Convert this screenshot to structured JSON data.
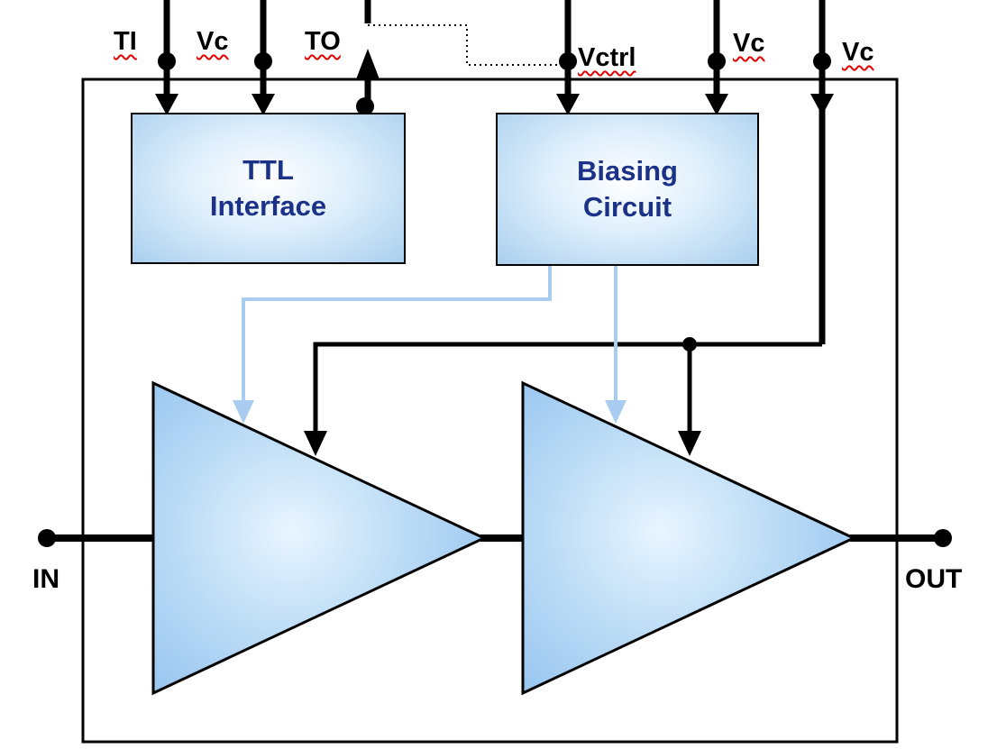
{
  "diagram": {
    "title": "two-stage amplifier block diagram",
    "pins": {
      "ti": "TI",
      "vc1": "Vc",
      "to": "TO",
      "vctrl": "Vctrl",
      "vc2": "Vc",
      "vc3": "Vc"
    },
    "blocks": {
      "ttl": {
        "line1": "TTL",
        "line2": "Interface"
      },
      "biasing": {
        "line1": "Biasing",
        "line2": "Circuit"
      }
    },
    "ports": {
      "in": "IN",
      "out": "OUT"
    },
    "amplifiers": [
      {
        "name": "amp-stage-1"
      },
      {
        "name": "amp-stage-2"
      }
    ],
    "colors": {
      "line_black": "#000000",
      "control_blue": "#a8cdf0",
      "block_fill_center": "#ffffff",
      "block_fill_edge": "#a9cfee",
      "amp_fill_edge": "#8fc0ee",
      "block_text": "#1b3288",
      "squiggle_red": "#e60000",
      "background": "#ffffff"
    }
  }
}
